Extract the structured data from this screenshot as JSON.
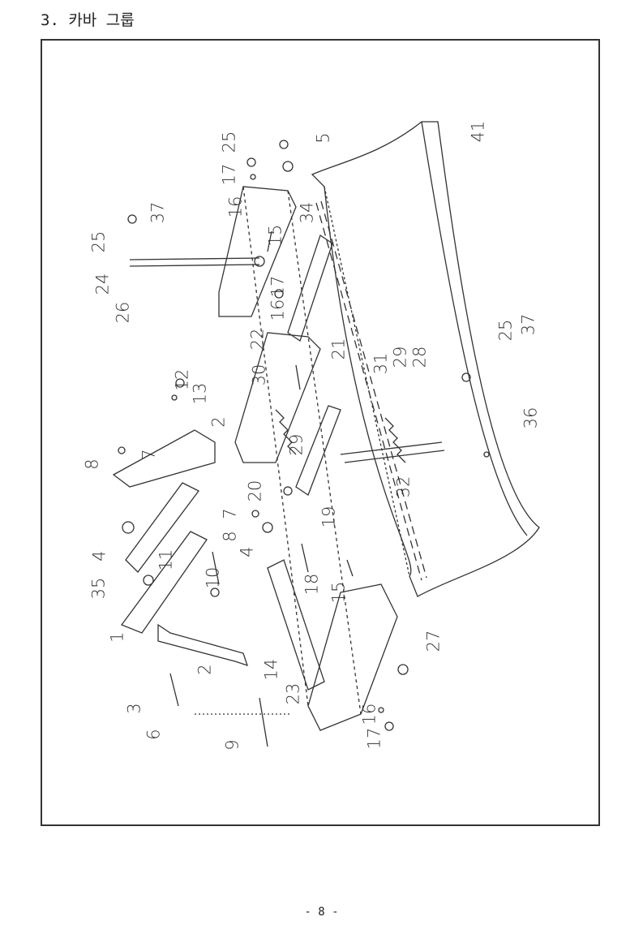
{
  "title": "3. 카바 그룹",
  "page_number": "- 8 -",
  "part_labels": [
    "25",
    "5",
    "41",
    "17",
    "16",
    "34",
    "15",
    "37",
    "25",
    "24",
    "26",
    "17",
    "16",
    "22",
    "30",
    "21",
    "31",
    "29",
    "28",
    "25",
    "37",
    "12",
    "13",
    "2",
    "29",
    "36",
    "8",
    "7",
    "32",
    "20",
    "19",
    "4",
    "7",
    "8",
    "4",
    "11",
    "35",
    "10",
    "18",
    "15",
    "1",
    "27",
    "2",
    "14",
    "23",
    "3",
    "16",
    "6",
    "17",
    "9"
  ]
}
